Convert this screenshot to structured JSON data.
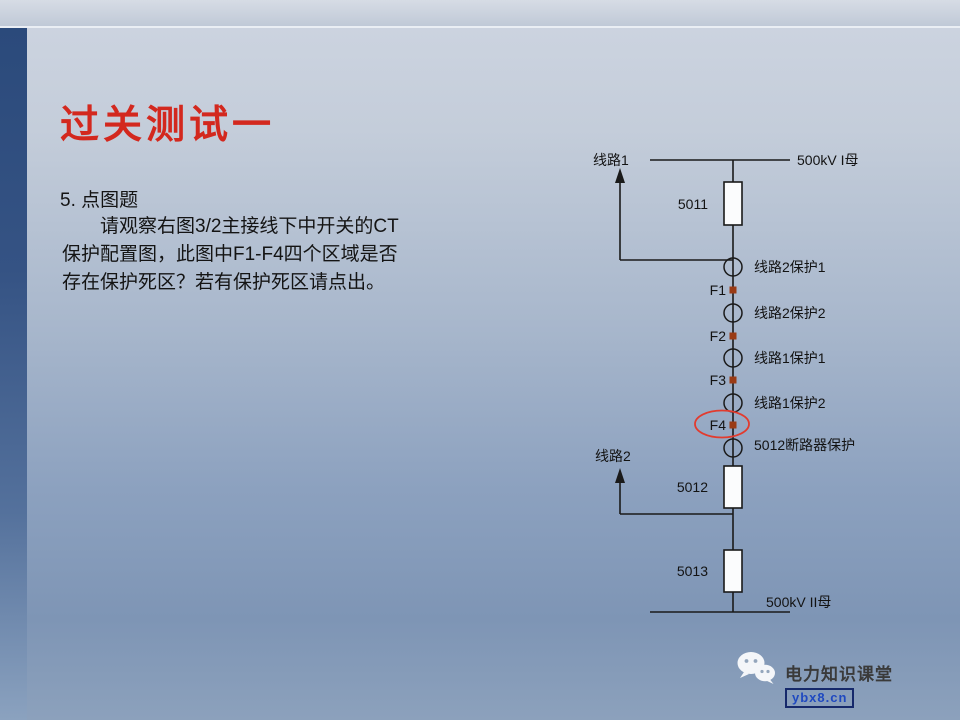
{
  "slide": {
    "title": "过关测试一",
    "question_label": "5. 点图题",
    "body_lines": [
      "请观察右图3/2主接线下中开关的CT",
      "保护配置图，此图中F1-F4四个区域是否",
      "存在保护死区？若有保护死区请点出。"
    ]
  },
  "diagram": {
    "bus_top": "500kV I母",
    "bus_bottom": "500kV II母",
    "line1": "线路1",
    "line2": "线路2",
    "breaker_5011": "5011",
    "breaker_5012": "5012",
    "breaker_5013": "5013",
    "ct_labels": [
      "线路2保护1",
      "线路2保护2",
      "线路1保护1",
      "线路1保护2",
      "5012断路器保护"
    ],
    "fault_labels": [
      "F1",
      "F2",
      "F3",
      "F4"
    ]
  },
  "footer": {
    "brand": "电力知识课堂",
    "watermark": "ybx8.cn"
  },
  "colors": {
    "title_red": "#d3281e",
    "fault_dot": "#9a3b15",
    "highlight": "#e23b2e",
    "left_bar": "#2b4a7b",
    "watermark_blue": "#1f49c0",
    "watermark_border": "#16296b",
    "diagram_line": "#1a1a1a"
  }
}
